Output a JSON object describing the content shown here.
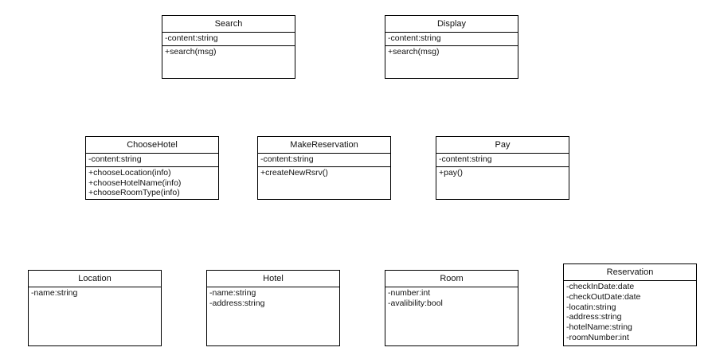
{
  "classes": [
    {
      "id": "search",
      "name": "Search",
      "attributes": [
        "-content:string"
      ],
      "methods": [
        "+search(msg)"
      ]
    },
    {
      "id": "display",
      "name": "Display",
      "attributes": [
        "-content:string"
      ],
      "methods": [
        "+search(msg)"
      ]
    },
    {
      "id": "choose-hotel",
      "name": "ChooseHotel",
      "attributes": [
        "-content:string"
      ],
      "methods": [
        "+chooseLocation(info)",
        "+chooseHotelName(info)",
        "+chooseRoomType(info)"
      ]
    },
    {
      "id": "make-reservation",
      "name": "MakeReservation",
      "attributes": [
        "-content:string"
      ],
      "methods": [
        "+createNewRsrv()"
      ]
    },
    {
      "id": "pay",
      "name": "Pay",
      "attributes": [
        "-content:string"
      ],
      "methods": [
        "+pay()"
      ]
    },
    {
      "id": "location",
      "name": "Location",
      "attributes": [
        "-name:string"
      ],
      "methods": []
    },
    {
      "id": "hotel",
      "name": "Hotel",
      "attributes": [
        "-name:string",
        "-address:string"
      ],
      "methods": []
    },
    {
      "id": "room",
      "name": "Room",
      "attributes": [
        "-number:int",
        "-avalibility:bool"
      ],
      "methods": []
    },
    {
      "id": "reservation",
      "name": "Reservation",
      "attributes": [
        "-checkInDate:date",
        "-checkOutDate:date",
        "-locatin:string",
        "-address:string",
        "-hotelName:string",
        "-roomNumber:int"
      ],
      "methods": []
    }
  ]
}
